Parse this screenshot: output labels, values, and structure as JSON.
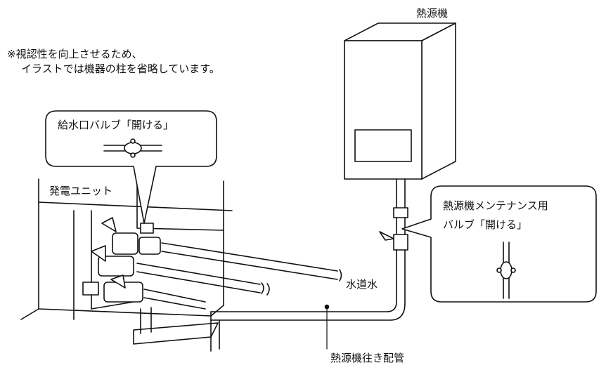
{
  "labels": {
    "heat_source": "熱源機",
    "note_line1": "※視認性を向上させるため、",
    "note_line2": "イラストでは機器の柱を省略しています。",
    "supply_valve_callout": "給水口バルブ「開ける」",
    "power_unit": "発電ユニット",
    "maintenance_valve_line1": "熱源機メンテナンス用",
    "maintenance_valve_line2": "バルブ「開ける」",
    "tap_water": "水道水",
    "outgoing_pipe": "熱源機往き配管"
  },
  "colors": {
    "line": "#111111",
    "background": "#ffffff"
  }
}
